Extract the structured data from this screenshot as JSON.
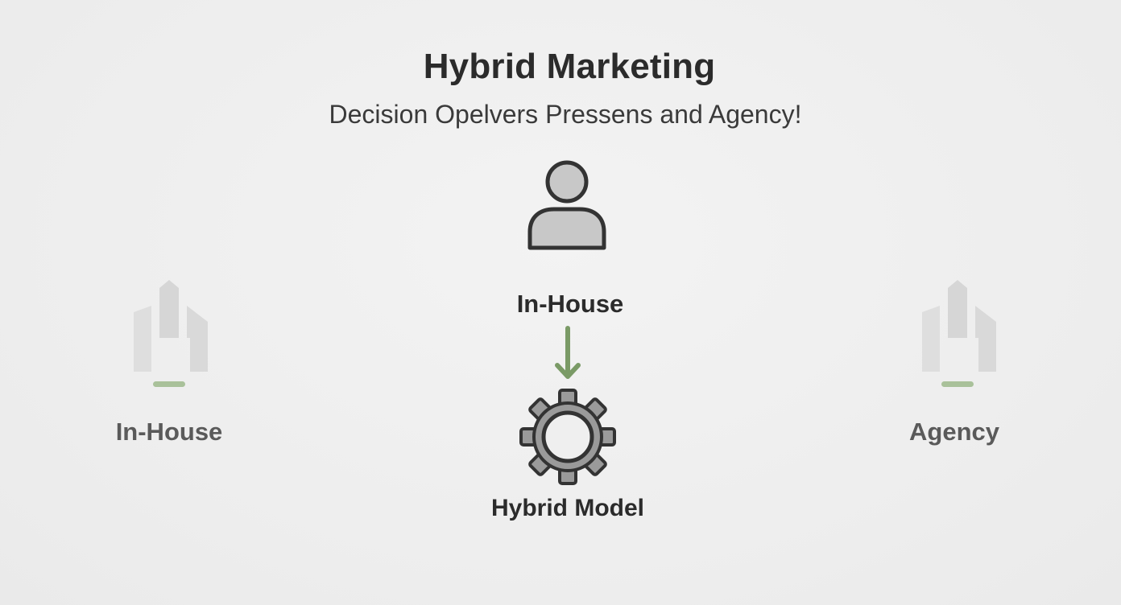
{
  "header": {
    "title": "Hybrid Marketing",
    "subtitle": "Decision Opelvers Pressens and Agency!"
  },
  "nodes": {
    "center_top": {
      "label": "In-House",
      "icon": "person-icon"
    },
    "center_bottom": {
      "label": "Hybrid Model",
      "icon": "gear-icon"
    },
    "left": {
      "label": "In-House",
      "icon": "building-icon"
    },
    "right": {
      "label": "Agency",
      "icon": "building-icon"
    }
  },
  "colors": {
    "background": "#efefef",
    "text_dark": "#2b2b2b",
    "text_muted": "#5a5a5a",
    "accent_green": "#7a9a66",
    "icon_fill": "#c8c8c8",
    "icon_stroke": "#333333",
    "faded_building": "#dcdcdc"
  }
}
